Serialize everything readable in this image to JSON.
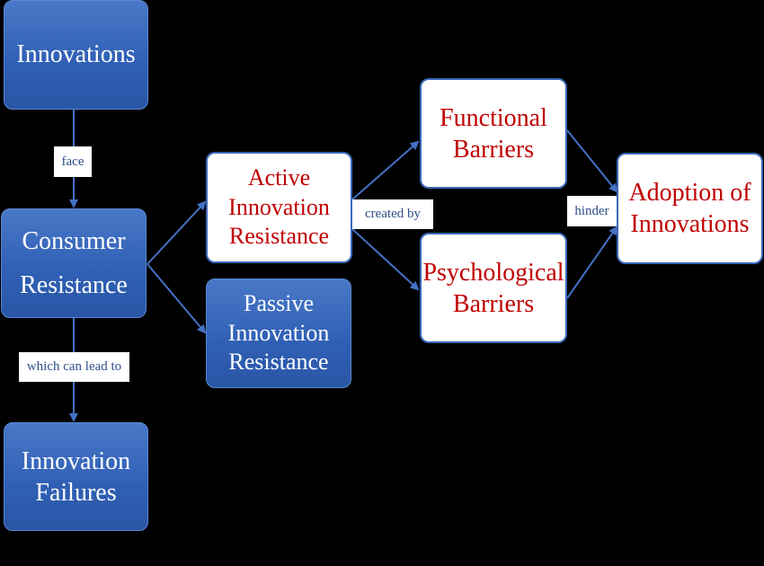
{
  "nodes": {
    "innovations": "Innovations",
    "consumer_resistance": "Consumer\nResistance",
    "innovation_failures": "Innovation\nFailures",
    "active_resistance": "Active\nInnovation\nResistance",
    "passive_resistance": "Passive\nInnovation\nResistance",
    "functional_barriers": "Functional\nBarriers",
    "psychological_barriers": "Psychological\nBarriers",
    "adoption": "Adoption of\nInnovations"
  },
  "edges": {
    "face": "face",
    "lead_to": "which can lead to",
    "created_by": "created by",
    "hinder": "hinder"
  },
  "colors": {
    "blue_node": "#2f5fb4",
    "white_node_text": "#c00000",
    "arrow": "#4472c4",
    "background": "#000000"
  }
}
